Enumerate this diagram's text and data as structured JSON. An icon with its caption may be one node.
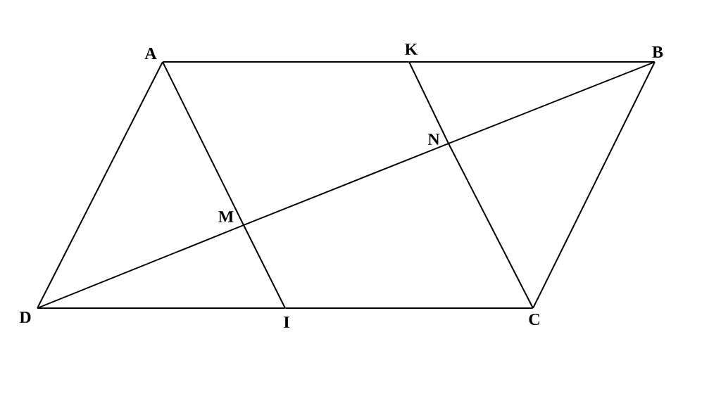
{
  "diagram": {
    "nodes": [
      {
        "text": [
          "A"
        ]
      },
      {
        "text": [
          "K"
        ]
      },
      {
        "text": [
          "B"
        ]
      },
      {
        "text": [
          "N"
        ]
      },
      {
        "text": [
          "M"
        ]
      },
      {
        "text": [
          "D"
        ]
      },
      {
        "text": [
          "I"
        ]
      },
      {
        "text": [
          "C"
        ]
      }
    ],
    "edges": [
      {
        "from": 0,
        "to": 1,
        "arrow": "none"
      },
      {
        "from": 1,
        "to": 2,
        "arrow": "none"
      },
      {
        "from": 2,
        "to": 7,
        "arrow": "none"
      },
      {
        "from": 7,
        "to": 6,
        "arrow": "none"
      },
      {
        "from": 6,
        "to": 5,
        "arrow": "none"
      },
      {
        "from": 5,
        "to": 0,
        "arrow": "none"
      },
      {
        "from": 0,
        "to": 4,
        "arrow": "none"
      },
      {
        "from": 4,
        "to": 6,
        "arrow": "none"
      },
      {
        "from": 1,
        "to": 3,
        "arrow": "none"
      },
      {
        "from": 3,
        "to": 7,
        "arrow": "none"
      },
      {
        "from": 5,
        "to": 4,
        "arrow": "none"
      },
      {
        "from": 4,
        "to": 3,
        "arrow": "none"
      },
      {
        "from": 3,
        "to": 2,
        "arrow": "none"
      }
    ]
  }
}
